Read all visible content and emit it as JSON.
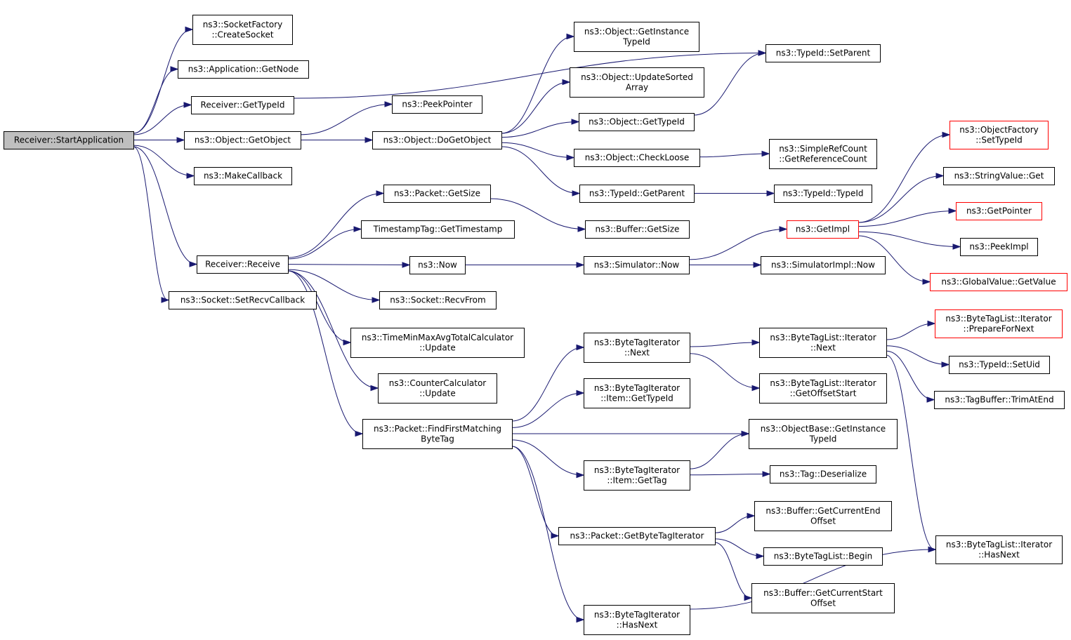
{
  "colors": {
    "edge": "#191970",
    "node_border": "#000000",
    "node_fill": "#ffffff",
    "root_fill": "#bfbfbf",
    "truncated_border": "#ff0000"
  },
  "nodes": [
    {
      "id": "start",
      "lines": [
        "Receiver::StartApplication"
      ],
      "root": true
    },
    {
      "id": "sockfact",
      "lines": [
        "ns3::SocketFactory",
        "::CreateSocket"
      ]
    },
    {
      "id": "appgetnode",
      "lines": [
        "ns3::Application::GetNode"
      ]
    },
    {
      "id": "recvtypeid",
      "lines": [
        "Receiver::GetTypeId"
      ]
    },
    {
      "id": "objgetobject",
      "lines": [
        "ns3::Object::GetObject"
      ]
    },
    {
      "id": "makecb",
      "lines": [
        "ns3::MakeCallback"
      ]
    },
    {
      "id": "recvrecv",
      "lines": [
        "Receiver::Receive"
      ]
    },
    {
      "id": "setrecvcb",
      "lines": [
        "ns3::Socket::SetRecvCallback"
      ]
    },
    {
      "id": "peekptr",
      "lines": [
        "ns3::PeekPointer"
      ]
    },
    {
      "id": "dogetobject",
      "lines": [
        "ns3::Object::DoGetObject"
      ]
    },
    {
      "id": "pktgetsize",
      "lines": [
        "ns3::Packet::GetSize"
      ]
    },
    {
      "id": "tstag",
      "lines": [
        "TimestampTag::GetTimestamp"
      ]
    },
    {
      "id": "now",
      "lines": [
        "ns3::Now"
      ]
    },
    {
      "id": "sockrecvfrom",
      "lines": [
        "ns3::Socket::RecvFrom"
      ]
    },
    {
      "id": "tmmatc",
      "lines": [
        "ns3::TimeMinMaxAvgTotalCalculator",
        "::Update"
      ]
    },
    {
      "id": "countercalc",
      "lines": [
        "ns3::CounterCalculator",
        "::Update"
      ]
    },
    {
      "id": "findfirst",
      "lines": [
        "ns3::Packet::FindFirstMatching",
        "ByteTag"
      ]
    },
    {
      "id": "objgetinst",
      "lines": [
        "ns3::Object::GetInstance",
        "TypeId"
      ]
    },
    {
      "id": "objupdsort",
      "lines": [
        "ns3::Object::UpdateSorted",
        "Array"
      ]
    },
    {
      "id": "objgettypeid",
      "lines": [
        "ns3::Object::GetTypeId"
      ]
    },
    {
      "id": "objcheckloose",
      "lines": [
        "ns3::Object::CheckLoose"
      ]
    },
    {
      "id": "typeidgetparent",
      "lines": [
        "ns3::TypeId::GetParent"
      ]
    },
    {
      "id": "bufgetsize",
      "lines": [
        "ns3::Buffer::GetSize"
      ]
    },
    {
      "id": "simnow",
      "lines": [
        "ns3::Simulator::Now"
      ]
    },
    {
      "id": "btinext",
      "lines": [
        "ns3::ByteTagIterator",
        "::Next"
      ]
    },
    {
      "id": "btiitemtypeid",
      "lines": [
        "ns3::ByteTagIterator",
        "::Item::GetTypeId"
      ]
    },
    {
      "id": "btiitemgettag",
      "lines": [
        "ns3::ByteTagIterator",
        "::Item::GetTag"
      ]
    },
    {
      "id": "pktgetbti",
      "lines": [
        "ns3::Packet::GetByteTagIterator"
      ]
    },
    {
      "id": "btihasnext",
      "lines": [
        "ns3::ByteTagIterator",
        "::HasNext"
      ]
    },
    {
      "id": "typeidsetparent",
      "lines": [
        "ns3::TypeId::SetParent"
      ]
    },
    {
      "id": "simplerefcount",
      "lines": [
        "ns3::SimpleRefCount",
        "::GetReferenceCount"
      ]
    },
    {
      "id": "typeidtypeid",
      "lines": [
        "ns3::TypeId::TypeId"
      ]
    },
    {
      "id": "getimpl",
      "lines": [
        "ns3::GetImpl"
      ],
      "truncated": true
    },
    {
      "id": "simimplnow",
      "lines": [
        "ns3::SimulatorImpl::Now"
      ]
    },
    {
      "id": "btlitnext",
      "lines": [
        "ns3::ByteTagList::Iterator",
        "::Next"
      ]
    },
    {
      "id": "btlitoffset",
      "lines": [
        "ns3::ByteTagList::Iterator",
        "::GetOffsetStart"
      ]
    },
    {
      "id": "objbaseinst",
      "lines": [
        "ns3::ObjectBase::GetInstance",
        "TypeId"
      ]
    },
    {
      "id": "tagdeser",
      "lines": [
        "ns3::Tag::Deserialize"
      ]
    },
    {
      "id": "bufcurend",
      "lines": [
        "ns3::Buffer::GetCurrentEnd",
        "Offset"
      ]
    },
    {
      "id": "btlbegin",
      "lines": [
        "ns3::ByteTagList::Begin"
      ]
    },
    {
      "id": "bufcurstart",
      "lines": [
        "ns3::Buffer::GetCurrentStart",
        "Offset"
      ]
    },
    {
      "id": "objfactsettypeid",
      "lines": [
        "ns3::ObjectFactory",
        "::SetTypeId"
      ],
      "truncated": true
    },
    {
      "id": "strvalget",
      "lines": [
        "ns3::StringValue::Get"
      ]
    },
    {
      "id": "getpointer",
      "lines": [
        "ns3::GetPointer"
      ],
      "truncated": true
    },
    {
      "id": "peekimpl",
      "lines": [
        "ns3::PeekImpl"
      ]
    },
    {
      "id": "globalvalget",
      "lines": [
        "ns3::GlobalValue::GetValue"
      ],
      "truncated": true
    },
    {
      "id": "btlitprepare",
      "lines": [
        "ns3::ByteTagList::Iterator",
        "::PrepareForNext"
      ],
      "truncated": true
    },
    {
      "id": "typeidsetuid",
      "lines": [
        "ns3::TypeId::SetUid"
      ]
    },
    {
      "id": "tagbuftrim",
      "lines": [
        "ns3::TagBuffer::TrimAtEnd"
      ]
    },
    {
      "id": "btlithasnext",
      "lines": [
        "ns3::ByteTagList::Iterator",
        "::HasNext"
      ]
    }
  ],
  "edges": [
    [
      "start",
      "sockfact"
    ],
    [
      "start",
      "appgetnode"
    ],
    [
      "start",
      "recvtypeid"
    ],
    [
      "start",
      "objgetobject"
    ],
    [
      "start",
      "makecb"
    ],
    [
      "start",
      "recvrecv"
    ],
    [
      "start",
      "setrecvcb"
    ],
    [
      "recvtypeid",
      "typeidsetparent"
    ],
    [
      "objgetobject",
      "peekptr"
    ],
    [
      "objgetobject",
      "dogetobject"
    ],
    [
      "dogetobject",
      "objgetinst"
    ],
    [
      "dogetobject",
      "objupdsort"
    ],
    [
      "dogetobject",
      "objgettypeid"
    ],
    [
      "dogetobject",
      "objcheckloose"
    ],
    [
      "dogetobject",
      "typeidgetparent"
    ],
    [
      "objgettypeid",
      "typeidsetparent"
    ],
    [
      "objcheckloose",
      "simplerefcount"
    ],
    [
      "typeidgetparent",
      "typeidtypeid"
    ],
    [
      "recvrecv",
      "pktgetsize"
    ],
    [
      "recvrecv",
      "tstag"
    ],
    [
      "recvrecv",
      "now"
    ],
    [
      "recvrecv",
      "sockrecvfrom"
    ],
    [
      "recvrecv",
      "tmmatc"
    ],
    [
      "recvrecv",
      "countercalc"
    ],
    [
      "recvrecv",
      "findfirst"
    ],
    [
      "pktgetsize",
      "bufgetsize"
    ],
    [
      "now",
      "simnow"
    ],
    [
      "simnow",
      "getimpl"
    ],
    [
      "simnow",
      "simimplnow"
    ],
    [
      "getimpl",
      "objfactsettypeid"
    ],
    [
      "getimpl",
      "strvalget"
    ],
    [
      "getimpl",
      "getpointer"
    ],
    [
      "getimpl",
      "peekimpl"
    ],
    [
      "getimpl",
      "globalvalget"
    ],
    [
      "findfirst",
      "btinext"
    ],
    [
      "findfirst",
      "btiitemtypeid"
    ],
    [
      "findfirst",
      "objbaseinst"
    ],
    [
      "findfirst",
      "btiitemgettag"
    ],
    [
      "findfirst",
      "pktgetbti"
    ],
    [
      "findfirst",
      "btihasnext"
    ],
    [
      "btinext",
      "btlitnext"
    ],
    [
      "btinext",
      "btlitoffset"
    ],
    [
      "btlitnext",
      "btlitprepare"
    ],
    [
      "btlitnext",
      "typeidsetuid"
    ],
    [
      "btlitnext",
      "tagbuftrim"
    ],
    [
      "btlitnext",
      "btlithasnext"
    ],
    [
      "btiitemgettag",
      "objbaseinst"
    ],
    [
      "btiitemgettag",
      "tagdeser"
    ],
    [
      "pktgetbti",
      "bufcurend"
    ],
    [
      "pktgetbti",
      "btlbegin"
    ],
    [
      "pktgetbti",
      "bufcurstart"
    ],
    [
      "btihasnext",
      "btlithasnext"
    ]
  ]
}
